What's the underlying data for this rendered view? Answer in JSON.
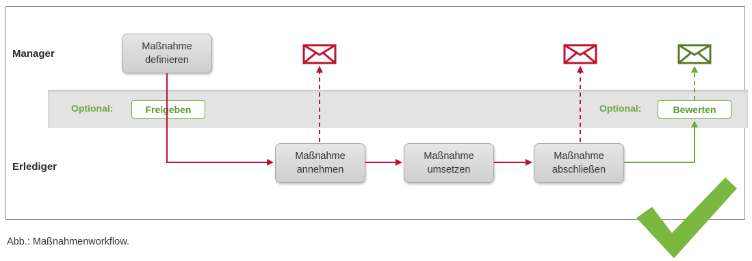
{
  "lanes": {
    "manager": "Manager",
    "erlediger": "Erlediger"
  },
  "optional": {
    "left_label": "Optional:",
    "left_button": "Freigeben",
    "right_label": "Optional:",
    "right_button": "Bewerten"
  },
  "steps": {
    "define": {
      "line1": "Maßnahme",
      "line2": "definieren"
    },
    "accept": {
      "line1": "Maßnahme",
      "line2": "annehmen"
    },
    "implement": {
      "line1": "Maßnahme",
      "line2": "umsetzen"
    },
    "close": {
      "line1": "Maßnahme",
      "line2": "abschließen"
    }
  },
  "caption": "Abb.: Maßnahmenworkflow.",
  "colors": {
    "red": "#c0122c",
    "green": "#6aaa3a",
    "dark_green": "#5b7a2c"
  },
  "icons": [
    "envelope-icon-red",
    "envelope-icon-red",
    "envelope-icon-green",
    "checkmark-icon"
  ]
}
